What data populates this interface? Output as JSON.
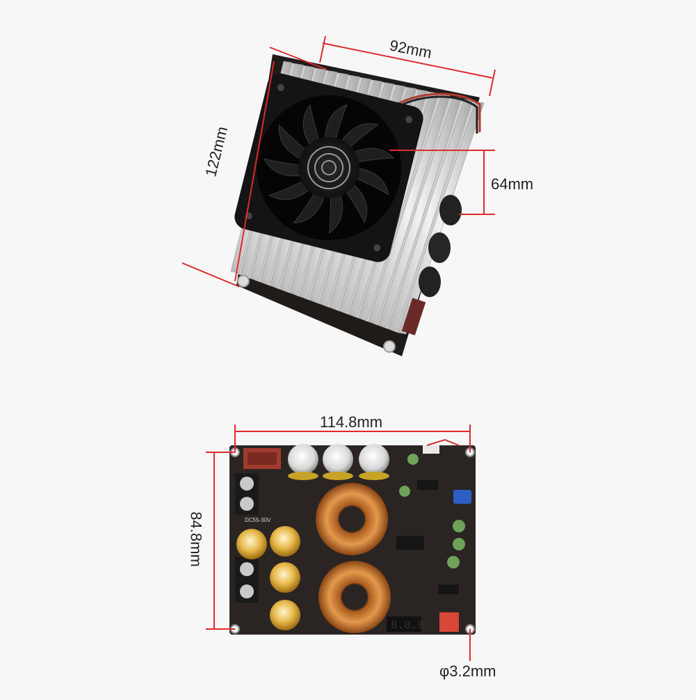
{
  "top_view": {
    "dim_width": "92mm",
    "dim_length": "122mm",
    "dim_fan": "64mm"
  },
  "bottom_view": {
    "dim_width": "114.8mm",
    "dim_height": "84.8mm",
    "dim_hole": "φ3.2mm",
    "pcb_label": "DC55-30V"
  },
  "colors": {
    "dimension_line": "#e02a2a",
    "heatsink": "#d9d9d9",
    "fan": "#1b1b1b",
    "pcb": "#2a2522",
    "copper": "#c8742a",
    "capacitor_gold": "#e0a432",
    "capacitor_silver": "#cfcfcf"
  },
  "icons": [
    "fan-hub-logo-icon",
    "mounting-hole-icon",
    "toroid-inductor-icon",
    "seven-segment-display-icon"
  ]
}
